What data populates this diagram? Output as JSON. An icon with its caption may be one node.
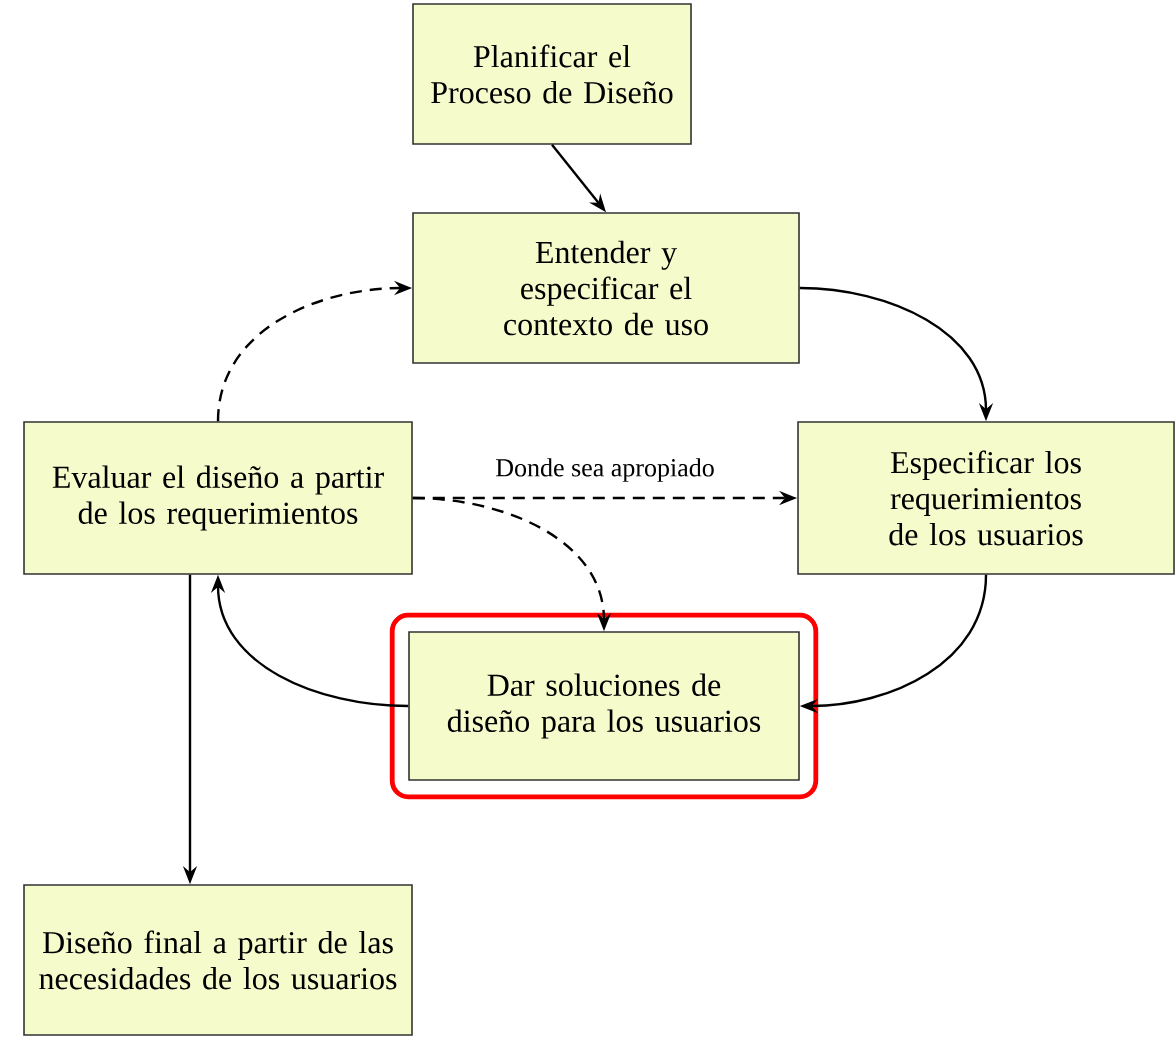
{
  "diagram": {
    "nodes": [
      {
        "text": [
          "Planificar el Proceso de Diseño"
        ]
      },
      {
        "text": [
          "Entender y especificar el contexto de uso"
        ]
      },
      {
        "text": [
          "Evaluar el diseño a partir de los requerimientos"
        ]
      },
      {
        "text": [
          "Especificar los requerimientos de los usuarios"
        ]
      },
      {
        "text": [
          "Dar soluciones de diseño para los usuarios"
        ]
      },
      {
        "text": [
          "Diseño final a partir de las necesidades de los usuarios"
        ]
      }
    ],
    "edges": [
      {
        "from": 0,
        "to": 1,
        "arrow": "to"
      },
      {
        "from": 2,
        "to": 1,
        "arrow": "to",
        "style": "dashed"
      },
      {
        "from": 1,
        "to": 3,
        "arrow": "to"
      },
      {
        "from": 2,
        "to": 3,
        "arrow": "to",
        "style": "dashed",
        "label": "Donde sea apropiado"
      },
      {
        "from": 2,
        "to": 4,
        "arrow": "to",
        "style": "dashed"
      },
      {
        "from": 3,
        "to": 4,
        "arrow": "to"
      },
      {
        "from": 4,
        "to": 2,
        "arrow": "to"
      },
      {
        "from": 2,
        "to": 5,
        "arrow": "to"
      }
    ]
  }
}
